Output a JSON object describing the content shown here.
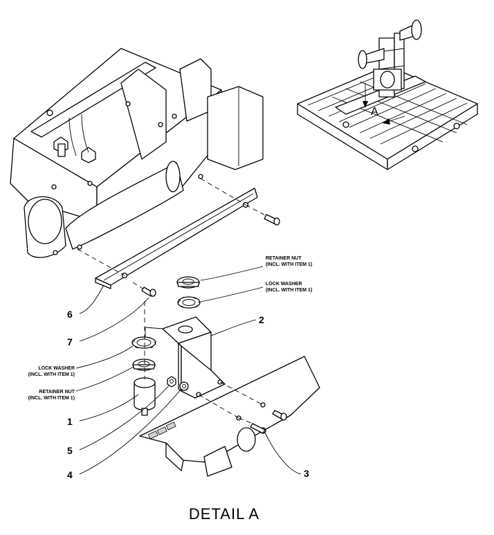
{
  "detail_title": "DETAIL  A",
  "inset_marker": "A",
  "callouts": {
    "item_1": "1",
    "item_2": "2",
    "item_3": "3",
    "item_4": "4",
    "item_5": "5",
    "item_6": "6",
    "item_7": "7"
  },
  "notes": {
    "retainer_nut_top_line1": "RETAINER NUT",
    "retainer_nut_top_line2": "(INCL. WITH ITEM 1)",
    "lock_washer_top_line1": "LOCK WASHER",
    "lock_washer_top_line2": "(INCL. WITH ITEM 1)",
    "lock_washer_left_line1": "LOCK WASHER",
    "lock_washer_left_line2": "(INCL. WITH ITEM 1)",
    "retainer_nut_left_line1": "RETAINER NUT",
    "retainer_nut_left_line2": "(INCL. WITH ITEM 1)"
  }
}
